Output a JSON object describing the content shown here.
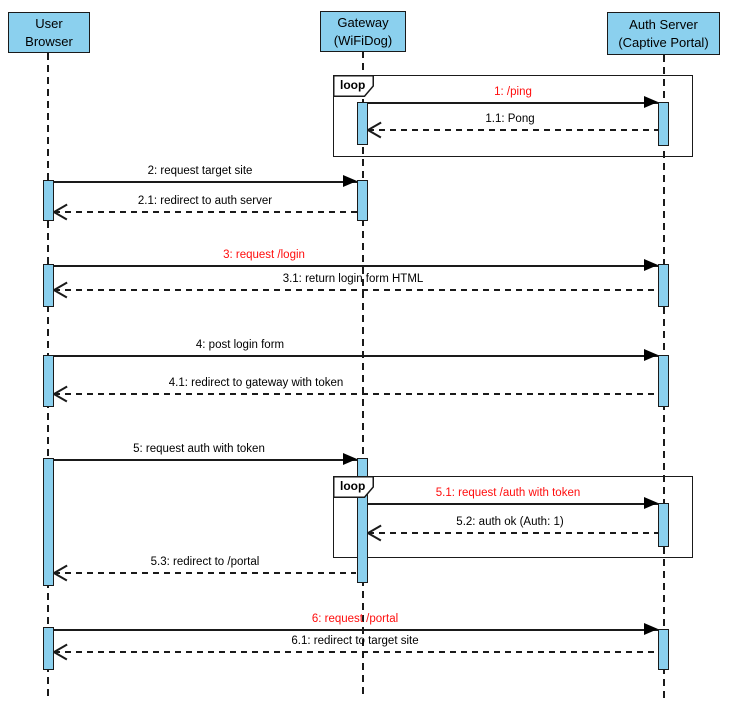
{
  "diagram_type": "uml-sequence",
  "colors": {
    "actor_fill": "#8bd0ee",
    "activation_fill": "#8bd0ee",
    "line": "#1a1a1a",
    "highlight_message": "#ff0d0d",
    "background": "#ffffff"
  },
  "actors": [
    {
      "line1": "User",
      "line2": "Browser"
    },
    {
      "line1": "Gateway",
      "line2": "(WiFiDog)"
    },
    {
      "line1": "Auth Server",
      "line2": "(Captive Portal)"
    }
  ],
  "fragments": [
    {
      "operator": "loop"
    },
    {
      "operator": "loop"
    }
  ],
  "messages": [
    {
      "label": "1: /ping",
      "from": "Gateway (WiFiDog)",
      "to": "Auth Server (Captive Portal)",
      "kind": "call",
      "highlighted": true
    },
    {
      "label": "1.1: Pong",
      "from": "Auth Server (Captive Portal)",
      "to": "Gateway (WiFiDog)",
      "kind": "return",
      "highlighted": false
    },
    {
      "label": "2: request target site",
      "from": "User Browser",
      "to": "Gateway (WiFiDog)",
      "kind": "call",
      "highlighted": false
    },
    {
      "label": "2.1: redirect to auth server",
      "from": "Gateway (WiFiDog)",
      "to": "User Browser",
      "kind": "return",
      "highlighted": false
    },
    {
      "label": "3: request /login",
      "from": "User Browser",
      "to": "Auth Server (Captive Portal)",
      "kind": "call",
      "highlighted": true
    },
    {
      "label": "3.1: return login form HTML",
      "from": "Auth Server (Captive Portal)",
      "to": "User Browser",
      "kind": "return",
      "highlighted": false
    },
    {
      "label": "4: post login form",
      "from": "User Browser",
      "to": "Auth Server (Captive Portal)",
      "kind": "call",
      "highlighted": false
    },
    {
      "label": "4.1: redirect to gateway with token",
      "from": "Auth Server (Captive Portal)",
      "to": "User Browser",
      "kind": "return",
      "highlighted": false
    },
    {
      "label": "5: request auth with token",
      "from": "User Browser",
      "to": "Gateway (WiFiDog)",
      "kind": "call",
      "highlighted": false
    },
    {
      "label": "5.1: request /auth with token",
      "from": "Gateway (WiFiDog)",
      "to": "Auth Server (Captive Portal)",
      "kind": "call",
      "highlighted": true
    },
    {
      "label": "5.2: auth ok (Auth: 1)",
      "from": "Auth Server (Captive Portal)",
      "to": "Gateway (WiFiDog)",
      "kind": "return",
      "highlighted": false
    },
    {
      "label": "5.3: redirect to /portal",
      "from": "Gateway (WiFiDog)",
      "to": "User Browser",
      "kind": "return",
      "highlighted": false
    },
    {
      "label": "6: request /portal",
      "from": "User Browser",
      "to": "Auth Server (Captive Portal)",
      "kind": "call",
      "highlighted": true
    },
    {
      "label": "6.1: redirect to target site",
      "from": "Auth Server (Captive Portal)",
      "to": "User Browser",
      "kind": "return",
      "highlighted": false
    }
  ]
}
